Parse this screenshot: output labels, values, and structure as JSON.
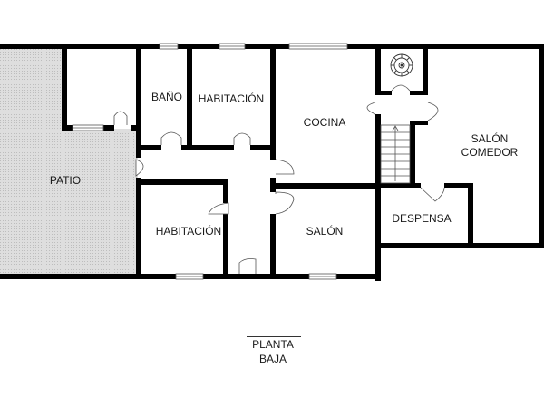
{
  "plan": {
    "title_line1": "PLANTA",
    "title_line2": "BAJA",
    "colors": {
      "wall": "#000000",
      "patio_fill": "#d6d6d6",
      "background": "#ffffff",
      "window": "#ffffff",
      "door_line": "#555555"
    }
  },
  "rooms": [
    {
      "id": "patio",
      "label": "PATIO"
    },
    {
      "id": "bano",
      "label": "BAÑO"
    },
    {
      "id": "habitacion-1",
      "label": "HABITACIÓN"
    },
    {
      "id": "cocina",
      "label": "COCINA"
    },
    {
      "id": "salon-comedor",
      "label_line1": "SALÓN",
      "label_line2": "COMEDOR"
    },
    {
      "id": "habitacion-2",
      "label": "HABITACIÓN"
    },
    {
      "id": "salon",
      "label": "SALÓN"
    },
    {
      "id": "despensa",
      "label": "DESPENSA"
    }
  ]
}
